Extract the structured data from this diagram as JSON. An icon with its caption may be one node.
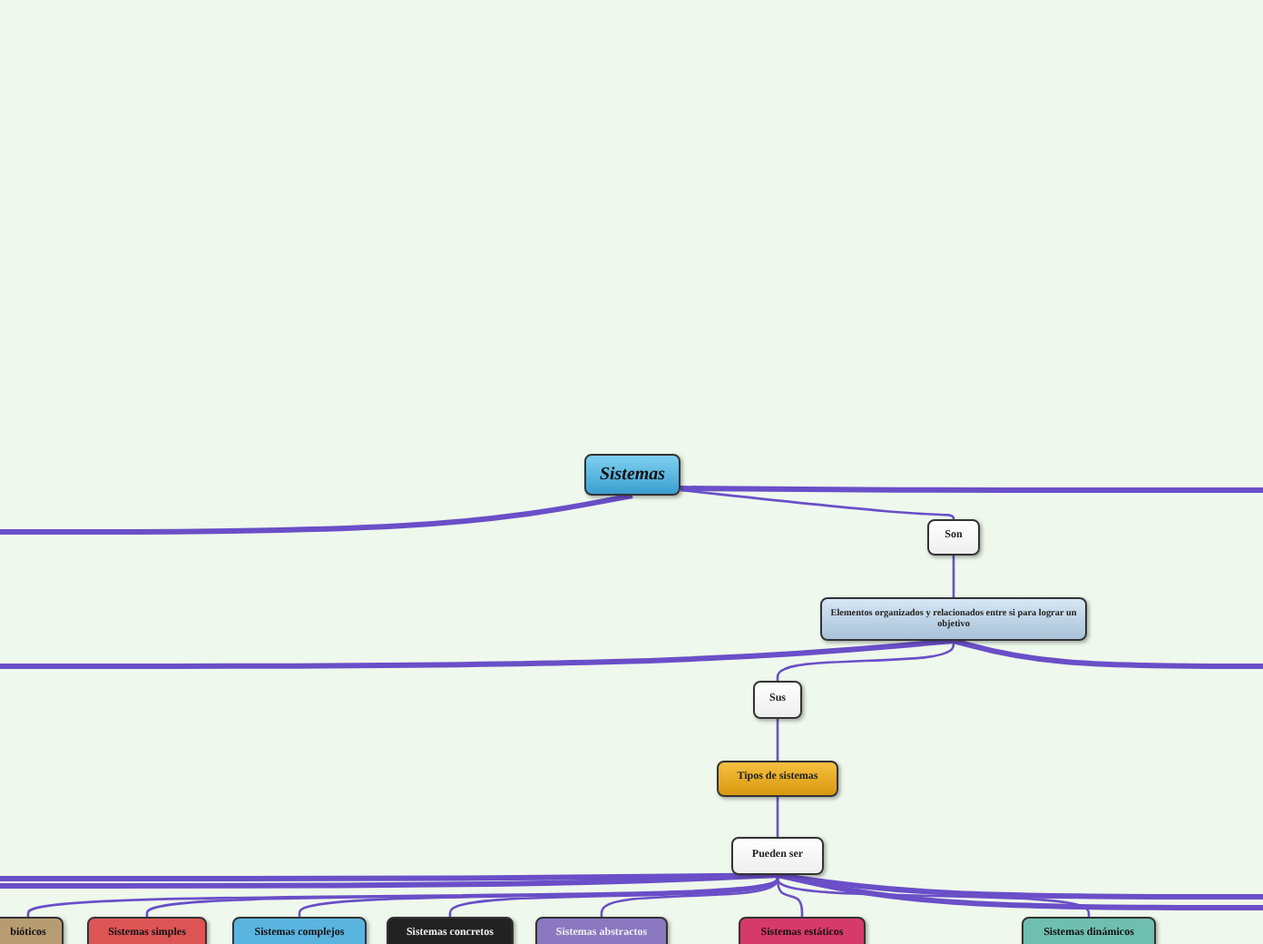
{
  "diagram": {
    "nodes": [
      {
        "text": [
          "Sistemas"
        ]
      },
      {
        "text": [
          "Son"
        ]
      },
      {
        "text": [
          "Elementos organizados y relacionados entre si para lograr un objetivo"
        ]
      },
      {
        "text": [
          "Sus"
        ]
      },
      {
        "text": [
          "Tipos de sistemas"
        ]
      },
      {
        "text": [
          "Pueden ser"
        ]
      },
      {
        "text": [
          "bióticos"
        ]
      },
      {
        "text": [
          "Sistemas simples"
        ]
      },
      {
        "text": [
          "Sistemas complejos"
        ]
      },
      {
        "text": [
          "Sistemas concretos"
        ]
      },
      {
        "text": [
          "Sistemas abstractos"
        ]
      },
      {
        "text": [
          "Sistemas estáticos"
        ]
      },
      {
        "text": [
          "Sistemas dinámicos"
        ]
      }
    ],
    "edges": [
      {
        "from": 0,
        "to": 1,
        "arrow": "none"
      },
      {
        "from": 1,
        "to": 2,
        "arrow": "none"
      },
      {
        "from": 2,
        "to": 3,
        "arrow": "none"
      },
      {
        "from": 3,
        "to": 4,
        "arrow": "none"
      },
      {
        "from": 4,
        "to": 5,
        "arrow": "none"
      },
      {
        "from": 5,
        "to": 6,
        "arrow": "none"
      },
      {
        "from": 5,
        "to": 7,
        "arrow": "none"
      },
      {
        "from": 5,
        "to": 8,
        "arrow": "none"
      },
      {
        "from": 5,
        "to": 9,
        "arrow": "none"
      },
      {
        "from": 5,
        "to": 10,
        "arrow": "none"
      },
      {
        "from": 5,
        "to": 11,
        "arrow": "none"
      },
      {
        "from": 5,
        "to": 12,
        "arrow": "none"
      },
      {
        "from": 0,
        "to": null,
        "arrow": "none",
        "style": "thick"
      },
      {
        "from": 0,
        "to": null,
        "arrow": "none",
        "style": "thick"
      },
      {
        "from": 2,
        "to": null,
        "arrow": "none",
        "style": "thick"
      },
      {
        "from": 2,
        "to": null,
        "arrow": "none",
        "style": "thick"
      },
      {
        "from": 5,
        "to": null,
        "arrow": "none",
        "style": "thick"
      },
      {
        "from": 5,
        "to": null,
        "arrow": "none",
        "style": "thick"
      },
      {
        "from": 5,
        "to": null,
        "arrow": "none",
        "style": "thick"
      },
      {
        "from": 5,
        "to": null,
        "arrow": "none",
        "style": "thick"
      }
    ]
  }
}
